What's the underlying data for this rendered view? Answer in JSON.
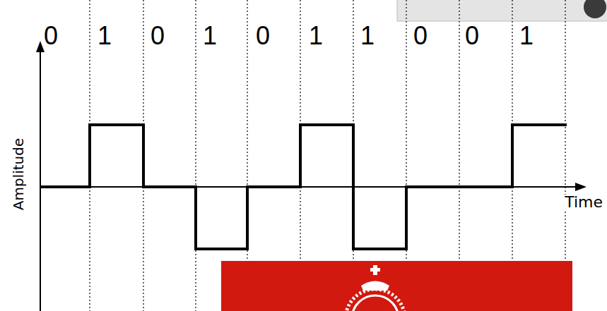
{
  "diagram": {
    "labels": [
      "0",
      "1",
      "0",
      "1",
      "0",
      "1",
      "1",
      "0",
      "0",
      "1",
      "Amplitude",
      "Time"
    ]
  }
}
